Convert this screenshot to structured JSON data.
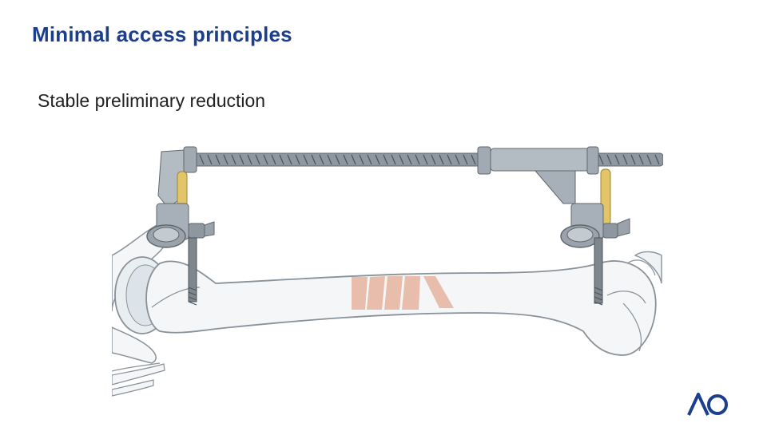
{
  "slide": {
    "title": "Minimal access principles",
    "bullet": "Stable preliminary reduction"
  },
  "illustration": {
    "subject": "femur-with-external-fixator",
    "fracture_fragments": 5
  },
  "logo": {
    "text": "AO"
  },
  "colors": {
    "title": "#1b3f8c",
    "bone": "#f4f6f8",
    "bone_outline": "#8a9299",
    "metal": "#9aa3ab",
    "pin": "#e3c569",
    "fracture": "#e7b7a4",
    "logo": "#1b3f8c"
  }
}
